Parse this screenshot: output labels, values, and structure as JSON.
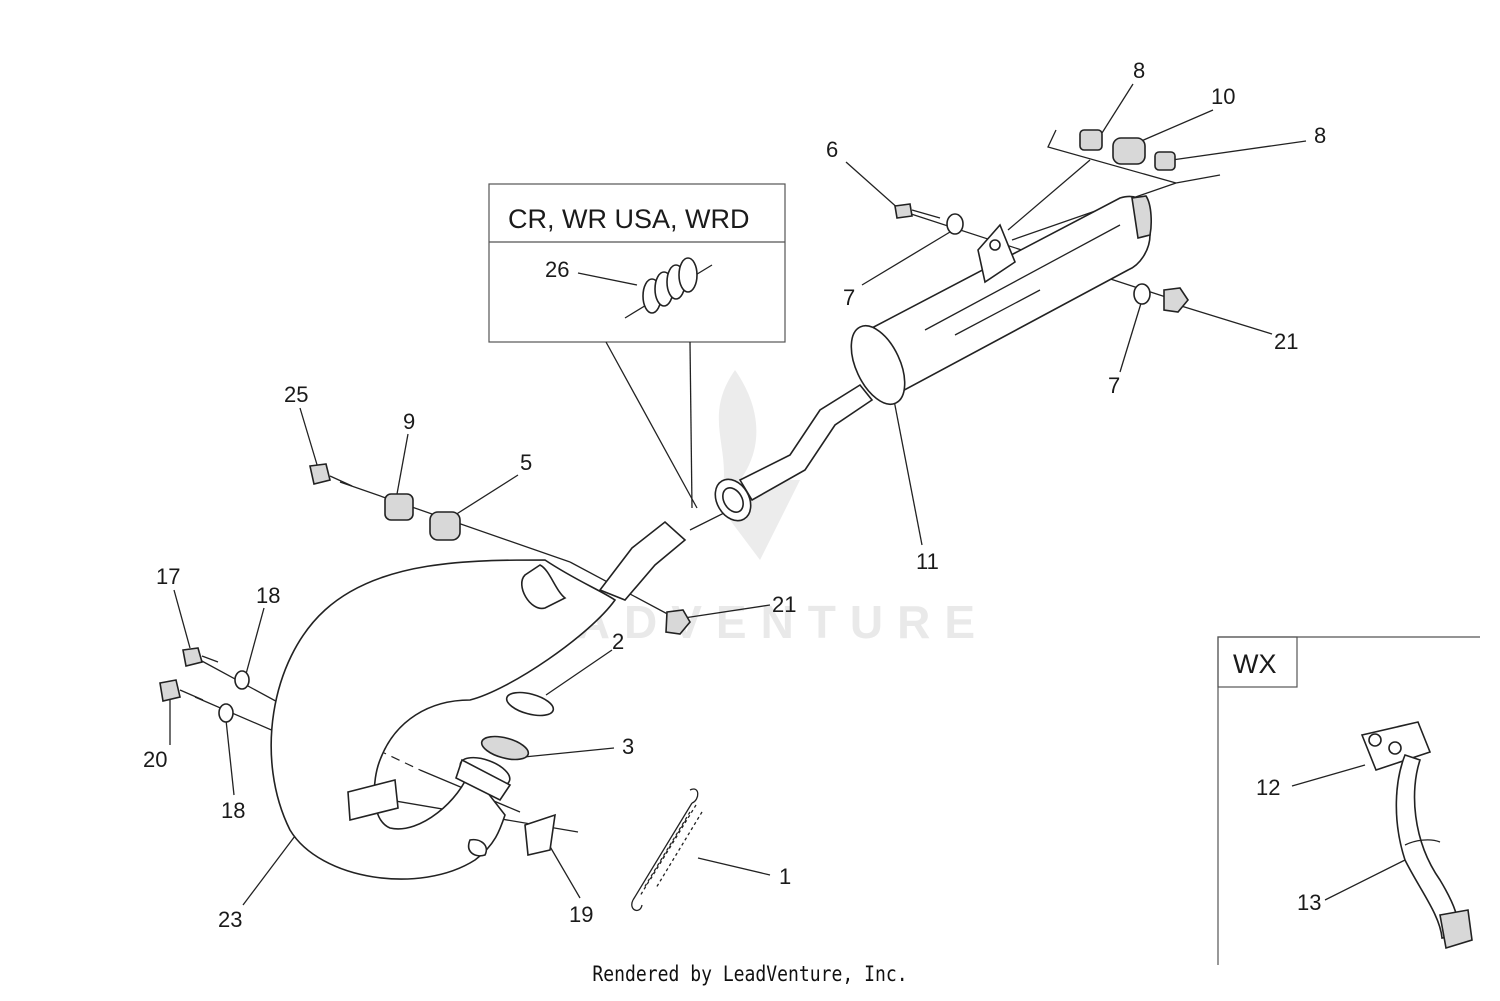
{
  "callouts": {
    "c1": "1",
    "c2": "2",
    "c3": "3",
    "c5": "5",
    "c6": "6",
    "c7a": "7",
    "c7b": "7",
    "c8a": "8",
    "c8b": "8",
    "c9": "9",
    "c10": "10",
    "c11": "11",
    "c12": "12",
    "c13": "13",
    "c17": "17",
    "c18a": "18",
    "c18b": "18",
    "c19": "19",
    "c20": "20",
    "c21a": "21",
    "c21b": "21",
    "c23": "23",
    "c25": "25",
    "c26": "26"
  },
  "variant_box": {
    "label": "CR, WR USA, WRD"
  },
  "wx_box": {
    "label": "WX"
  },
  "watermark": {
    "text": "LEADVENTURE"
  },
  "footer": {
    "text": "Rendered by LeadVenture, Inc."
  }
}
